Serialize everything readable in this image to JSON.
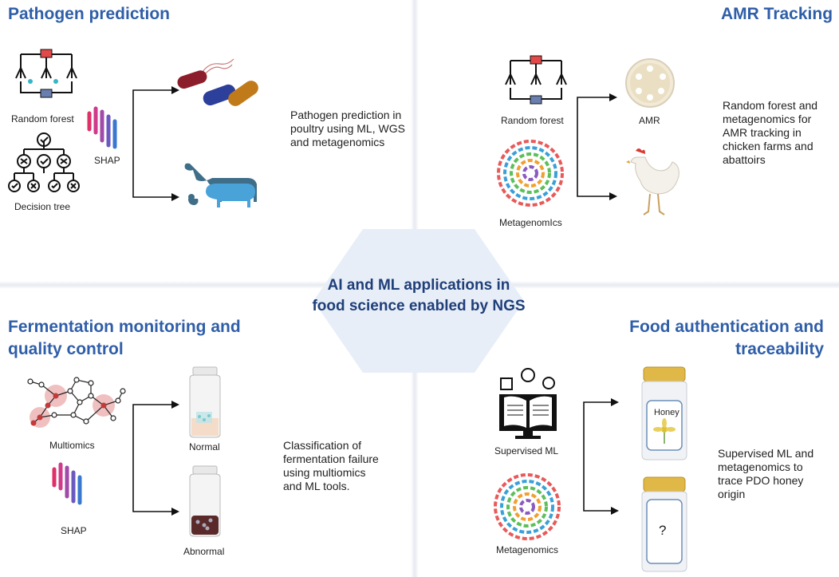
{
  "center": {
    "title": "AI and ML applications in food science enabled by NGS"
  },
  "quadrants": {
    "pathogen": {
      "title": "Pathogen prediction",
      "labels": {
        "random_forest": "Random forest",
        "shap": "SHAP",
        "decision_tree": "Decision tree"
      },
      "description": "Pathogen prediction  in poultry using ML, WGS and metagenomics"
    },
    "amr": {
      "title": "AMR Tracking",
      "labels": {
        "random_forest": "Random forest",
        "metagenomics": "MetagenomIcs",
        "amr": "AMR"
      },
      "description": "Random forest and metagenomics for AMR tracking in chicken farms and abattoirs"
    },
    "fermentation": {
      "title": "Fermentation monitoring and quality control",
      "labels": {
        "multiomics": "Multiomics",
        "shap": "SHAP",
        "normal": "Normal",
        "abnormal": "Abnormal"
      },
      "description": "Classification of fermentation failure using multiomics and ML tools."
    },
    "authentication": {
      "title": "Food authentication and traceability",
      "labels": {
        "supervised_ml": "Supervised ML",
        "metagenomics": "Metagenomics",
        "honey": "Honey",
        "unknown": "?"
      },
      "description": "Supervised ML and metagenomics to trace PDO honey origin"
    }
  },
  "colors": {
    "title": "#2f5ea8",
    "center_text": "#1f3f78",
    "hexagon": "#e8eef8"
  }
}
